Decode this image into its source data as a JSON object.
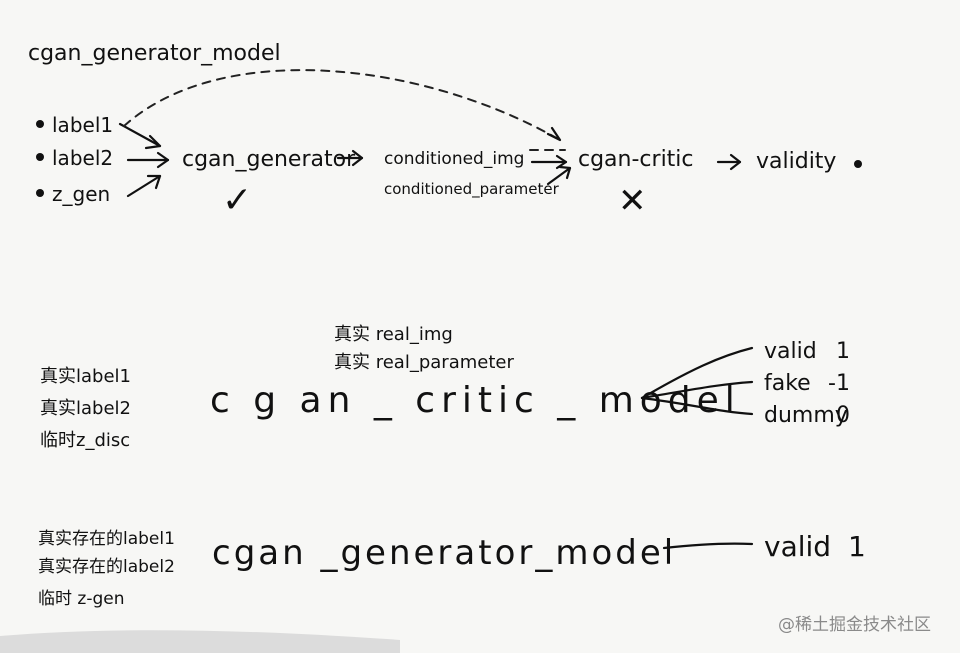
{
  "section1": {
    "title": "cgan_generator_model",
    "inputs": [
      "label1",
      "label2",
      "z_gen"
    ],
    "generator": "cgan_generator",
    "generator_mark": "✓",
    "outputs": [
      "conditioned_img",
      "conditioned_parameter"
    ],
    "critic": "cgan-critic",
    "critic_mark": "✕",
    "result": "validity"
  },
  "section2": {
    "top_inputs": [
      "真实 real_img",
      "真实 real_parameter"
    ],
    "left_inputs": [
      "真实label1",
      "真实label2",
      "临时z_disc"
    ],
    "model": "c g an _ critic _ model",
    "outputs": [
      {
        "name": "valid",
        "value": "1"
      },
      {
        "name": "fake",
        "value": "-1"
      },
      {
        "name": "dummy",
        "value": "0"
      }
    ]
  },
  "section3": {
    "left_inputs": [
      "真实存在的label1",
      "真实存在的label2",
      "临时 z-gen"
    ],
    "model": "cgan _generator_model",
    "output_name": "valid",
    "output_value": "1"
  },
  "watermark": "@稀土掘金技术社区"
}
